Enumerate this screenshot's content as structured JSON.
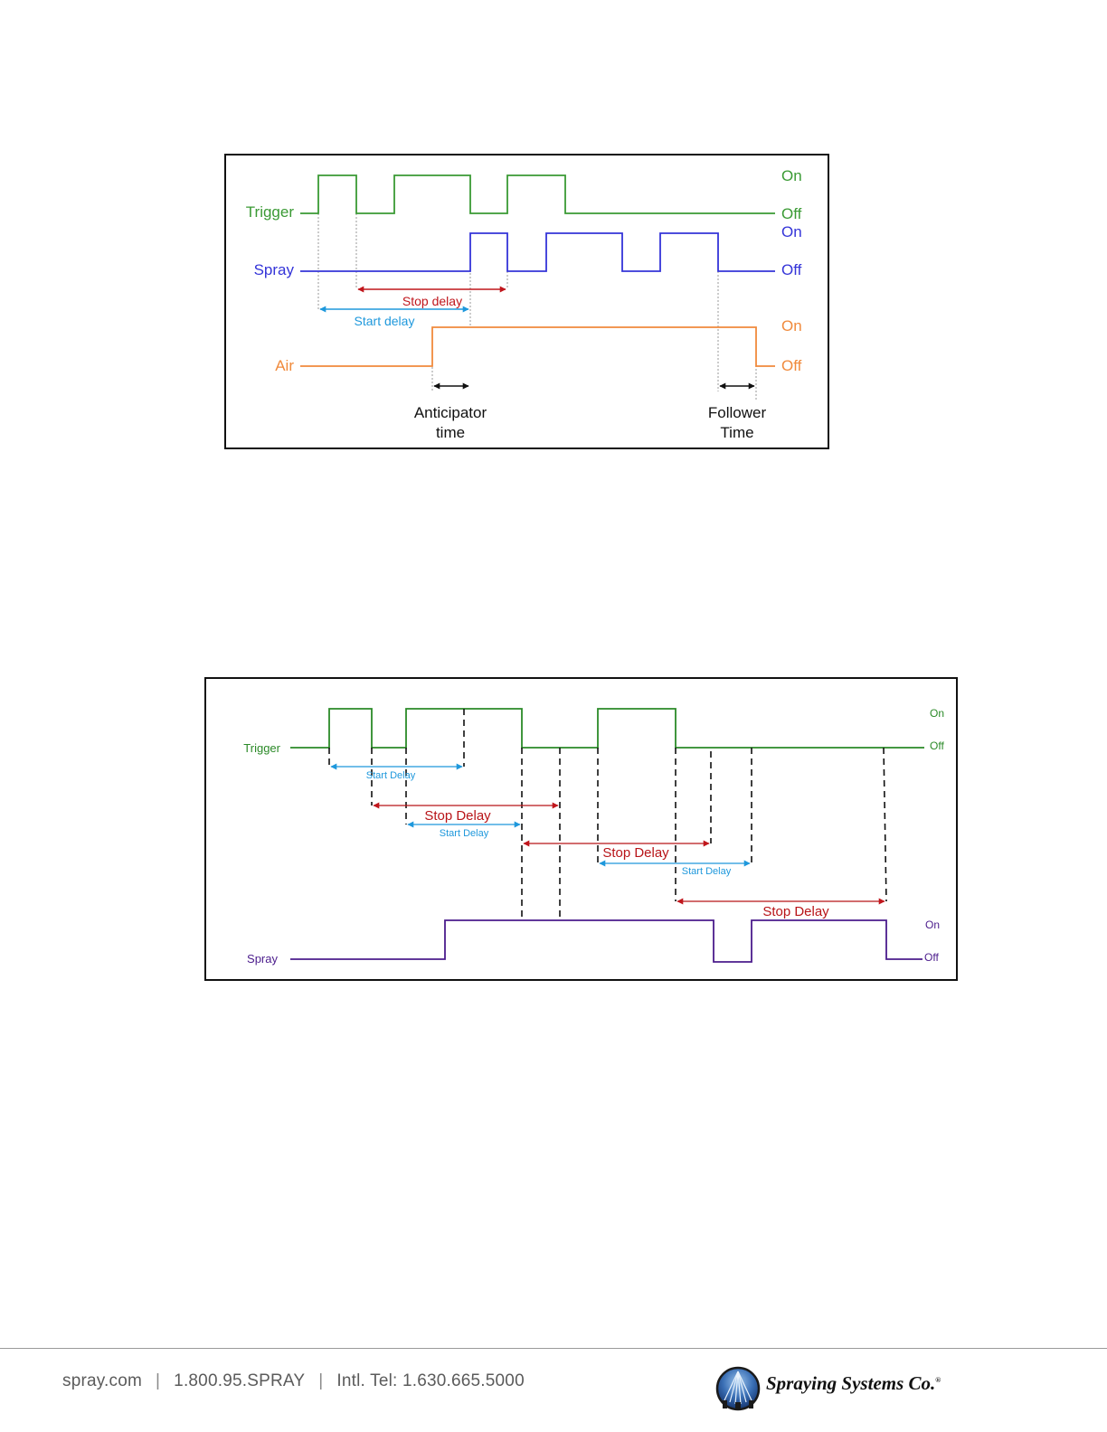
{
  "diagram1": {
    "signals": {
      "trigger": {
        "label": "Trigger",
        "on": "On",
        "off": "Off",
        "color": "#3a9a34"
      },
      "spray": {
        "label": "Spray",
        "on": "On",
        "off": "Off",
        "color": "#3434d8"
      },
      "air": {
        "label": "Air",
        "on": "On",
        "off": "Off",
        "color": "#f08a3c"
      }
    },
    "annotations": {
      "stop_delay": "Stop delay",
      "start_delay": "Start delay",
      "anticipator_line1": "Anticipator",
      "anticipator_line2": "time",
      "follower_line1": "Follower",
      "follower_line2": "Time"
    },
    "colors": {
      "stop_delay": "#c0161c",
      "start_delay": "#1e98dc"
    }
  },
  "diagram2": {
    "signals": {
      "trigger": {
        "label": "Trigger",
        "on": "On",
        "off": "Off",
        "color": "#2b8a28"
      },
      "spray": {
        "label": "Spray",
        "on": "On",
        "off": "Off",
        "color": "#4b1c8c"
      }
    },
    "annotations": {
      "start_delay_1": "Start Delay",
      "stop_delay_1": "Stop Delay",
      "start_delay_2": "Start Delay",
      "stop_delay_2": "Stop Delay",
      "start_delay_3": "Start Delay",
      "stop_delay_3": "Stop Delay"
    },
    "colors": {
      "stop_delay": "#b81418",
      "start_delay": "#1e98dc"
    }
  },
  "footer": {
    "website": "spray.com",
    "phone": "1.800.95.SPRAY",
    "intl": "Intl. Tel: 1.630.665.5000",
    "company": "Spraying Systems Co.",
    "logo_icon": "spray-nozzle-globe-icon"
  }
}
